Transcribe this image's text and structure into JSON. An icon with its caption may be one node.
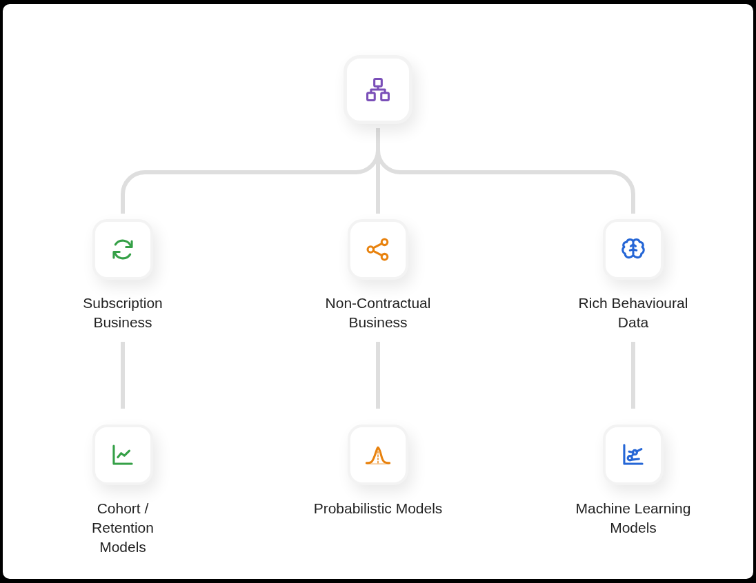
{
  "diagram": {
    "nodes": [
      {
        "text": [],
        "shape": "box"
      },
      {
        "text": [
          "Subscription Business"
        ]
      },
      {
        "text": [
          "Non-Contractual Business"
        ]
      },
      {
        "text": [
          "Rich Behavioural Data"
        ]
      },
      {
        "text": [
          "Cohort / Retention Models"
        ]
      },
      {
        "text": [
          "Probabilistic Models"
        ]
      },
      {
        "text": [
          "Machine Learning Models"
        ]
      }
    ],
    "edges": [
      {
        "from": 0,
        "to": 1,
        "arrow": "none"
      },
      {
        "from": 0,
        "to": 2,
        "arrow": "none"
      },
      {
        "from": 0,
        "to": 3,
        "arrow": "none"
      },
      {
        "from": 1,
        "to": 4,
        "arrow": "none"
      },
      {
        "from": 2,
        "to": 5,
        "arrow": "none"
      },
      {
        "from": 3,
        "to": 6,
        "arrow": "none"
      }
    ]
  }
}
